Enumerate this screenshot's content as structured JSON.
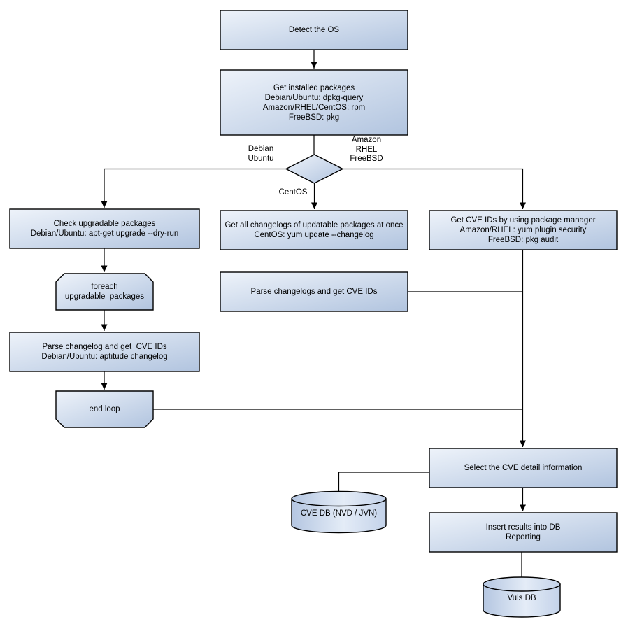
{
  "nodes": {
    "detect_os": {
      "label": "Detect the OS"
    },
    "get_installed_packages": {
      "label": "Get installed packages\nDebian/Ubuntu: dpkg-query\nAmazon/RHEL/CentOS: rpm\nFreeBSD: pkg"
    },
    "check_upgradable": {
      "label": "Check upgradable packages\nDebian/Ubuntu: apt-get upgrade --dry-run"
    },
    "foreach_loop": {
      "label": "foreach\nupgradable  packages"
    },
    "parse_changelog_deb": {
      "label": "Parse changelog and get  CVE IDs\nDebian/Ubuntu: aptitude changelog"
    },
    "end_loop": {
      "label": "end loop"
    },
    "get_all_changelogs": {
      "label": "Get all changelogs of updatable packages at once\nCentOS: yum update --changelog"
    },
    "parse_changelogs": {
      "label": "Parse changelogs and get CVE IDs"
    },
    "get_cve_pkg_mgr": {
      "label": "Get CVE IDs by using package manager\nAmazon/RHEL: yum plugin security\nFreeBSD: pkg audit"
    },
    "select_cve_detail": {
      "label": "Select the CVE detail information"
    },
    "insert_results": {
      "label": "Insert results into DB\nReporting"
    },
    "cve_db": {
      "label": "CVE DB (NVD / JVN)"
    },
    "vuls_db": {
      "label": "Vuls DB"
    }
  },
  "edge_labels": {
    "debian_ubuntu": "Debian\nUbuntu",
    "amazon_rhel_freebsd": "Amazon\nRHEL\nFreeBSD",
    "centos": "CentOS"
  },
  "colors": {
    "node_fill_light": "#ecf1f9",
    "node_fill_dark": "#b3c6e0",
    "node_border": "#000000",
    "connector": "#000000",
    "text": "#000000",
    "background": "#ffffff"
  }
}
